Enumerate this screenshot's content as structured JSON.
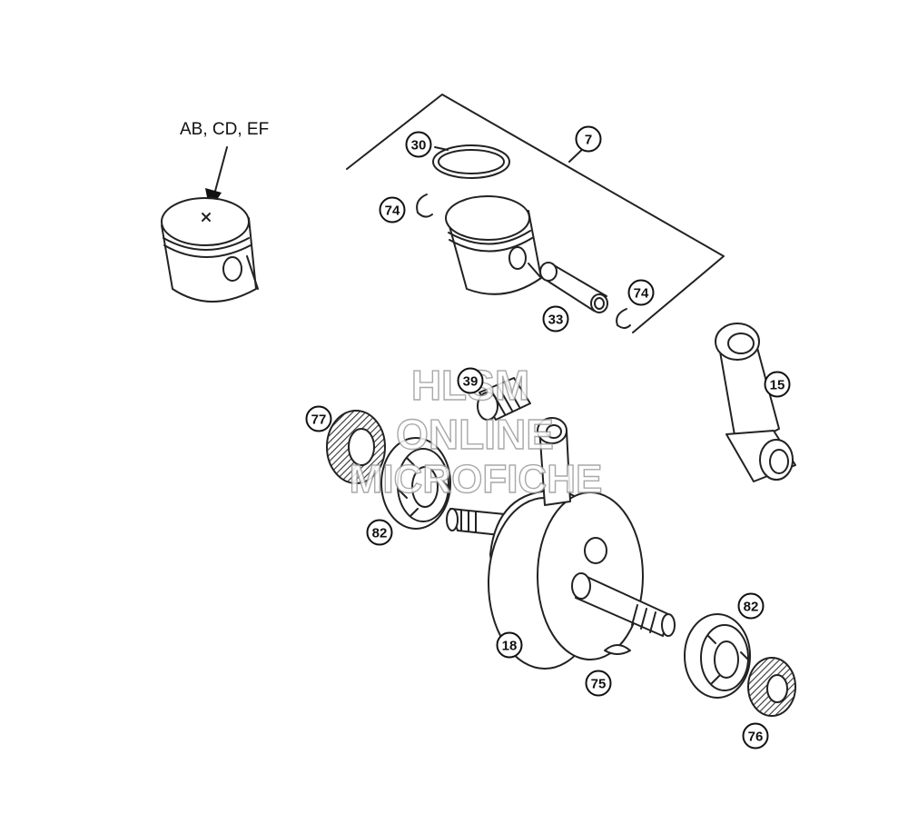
{
  "diagram": {
    "variant_label": "AB, CD, EF",
    "watermark": [
      "HLSM",
      "ONLINE",
      "MICROFICHE"
    ],
    "callouts": [
      {
        "id": "c30",
        "label": "30"
      },
      {
        "id": "c7",
        "label": "7"
      },
      {
        "id": "c74a",
        "label": "74"
      },
      {
        "id": "c74b",
        "label": "74"
      },
      {
        "id": "c33",
        "label": "33"
      },
      {
        "id": "c15",
        "label": "15"
      },
      {
        "id": "c39",
        "label": "39"
      },
      {
        "id": "c77",
        "label": "77"
      },
      {
        "id": "c82a",
        "label": "82"
      },
      {
        "id": "c82b",
        "label": "82"
      },
      {
        "id": "c18",
        "label": "18"
      },
      {
        "id": "c75",
        "label": "75"
      },
      {
        "id": "c76",
        "label": "76"
      }
    ]
  }
}
